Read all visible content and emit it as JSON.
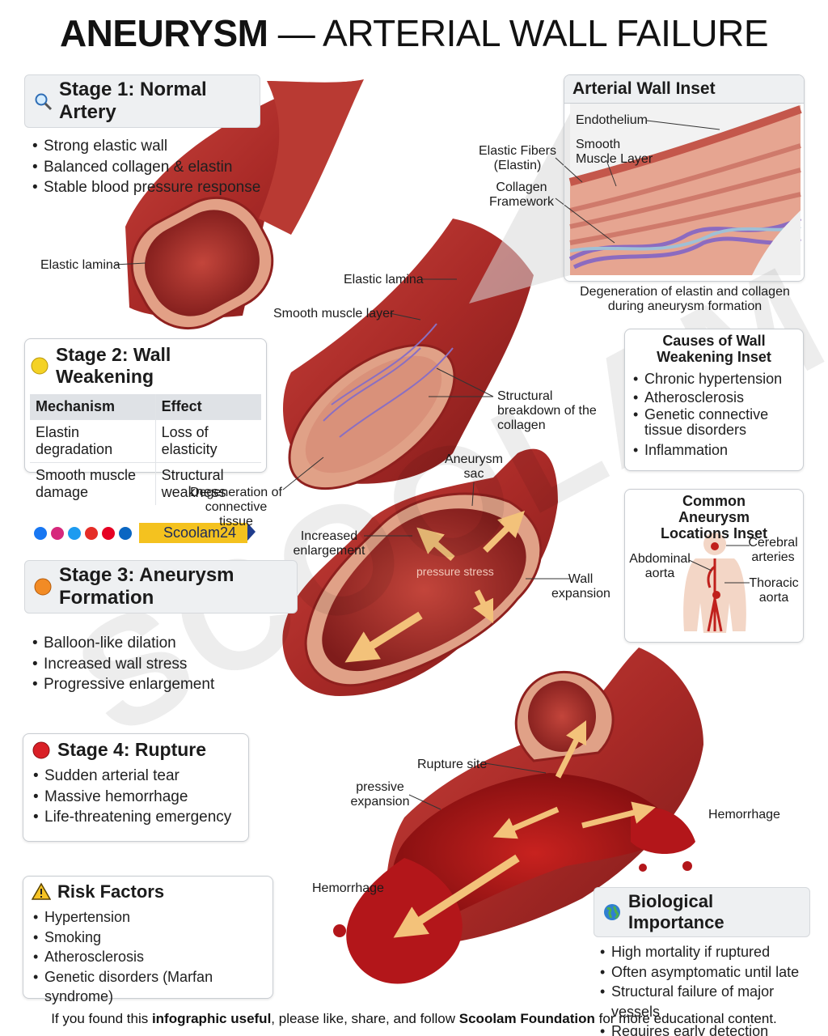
{
  "title": {
    "bold": "ANEURYSM",
    "rest": " — ARTERIAL WALL FAILURE"
  },
  "watermark": "SCOOLAM",
  "stage1": {
    "heading": "Stage 1: Normal Artery",
    "icon": "magnifier-icon",
    "bullets": [
      "Strong elastic wall",
      "Balanced collagen & elastin",
      "Stable blood pressure response"
    ]
  },
  "stage2": {
    "heading": "Stage 2: Wall Weakening",
    "icon": "yellow-circle-icon",
    "table": {
      "headers": [
        "Mechanism",
        "Effect"
      ],
      "rows": [
        [
          "Elastin degradation",
          "Loss of elasticity"
        ],
        [
          "Smooth muscle damage",
          "Structural weakness"
        ]
      ]
    }
  },
  "stage3": {
    "heading": "Stage 3: Aneurysm Formation",
    "icon": "orange-circle-icon",
    "bullets": [
      "Balloon-like dilation",
      "Increased wall stress",
      "Progressive enlargement"
    ]
  },
  "stage4": {
    "heading": "Stage 4: Rupture",
    "icon": "red-circle-icon",
    "bullets": [
      "Sudden arterial tear",
      "Massive hemorrhage",
      "Life-threatening emergency"
    ]
  },
  "risk": {
    "heading": "Risk Factors",
    "icon": "warning-icon",
    "bullets": [
      "Hypertension",
      "Smoking",
      "Atherosclerosis",
      "Genetic disorders (Marfan syndrome)"
    ]
  },
  "importance": {
    "heading": "Biological Importance",
    "icon": "globe-icon",
    "bullets": [
      "High mortality if ruptured",
      "Often asymptomatic until late",
      "Structural failure of major vessels",
      "Requires early detection"
    ]
  },
  "wall_inset": {
    "heading": "Arterial Wall Inset",
    "labels": {
      "endothelium": "Endothelium",
      "smooth_muscle": "Smooth Muscle Layer",
      "elastic": "Elastic Fibers (Elastin)",
      "collagen": "Collagen Framework"
    },
    "caption": "Degeneration of elastin and collagen during aneurysm formation"
  },
  "causes_inset": {
    "heading": "Causes of Wall Weakening Inset",
    "bullets": [
      "Chronic hypertension",
      "Atherosclerosis",
      "Genetic connective tissue disorders",
      "Inflammation"
    ]
  },
  "locations_inset": {
    "heading": "Common Aneurysm Locations Inset",
    "labels": {
      "cerebral": "Cerebral arteries",
      "abdominal": "Abdominal aorta",
      "thoracic": "Thoracic aorta"
    }
  },
  "artery_labels": {
    "elastic_lamina_1": "Elastic lamina",
    "elastic_lamina_2": "Elastic lamina",
    "smooth_muscle_layer": "Smooth muscle layer",
    "structural_breakdown": "Structural breakdown of the collagen",
    "degeneration": "Degeneration of connective tissue",
    "aneurysm_sac": "Aneurysm sac",
    "increased_enlargement": "Increased enlargement",
    "pressure_stress": "pressure stress",
    "wall_expansion": "Wall expansion",
    "rupture_site": "Rupture site",
    "pressive_expansion": "pressive expansion",
    "hemorrhage_right": "Hemorrhage",
    "hemorrhage_left": "Hemorrhage"
  },
  "brand": {
    "name": "Scoolam24",
    "socials": [
      "facebook-icon",
      "instagram-icon",
      "x-icon",
      "youtube-icon",
      "pinterest-icon",
      "linkedin-icon"
    ]
  },
  "footer": {
    "pre": "If you found this ",
    "b1": "infographic useful",
    "mid": ", please like, share, and follow ",
    "b2": "Scoolam Foundation",
    "post": " for more educational content."
  },
  "colors": {
    "artery": "#b8342f",
    "artery_dark": "#8e1e1c",
    "wall": "#e3a58a",
    "lumen": "#9f2725",
    "blood": "#b3161a",
    "brand_yellow": "#f4c21f"
  }
}
